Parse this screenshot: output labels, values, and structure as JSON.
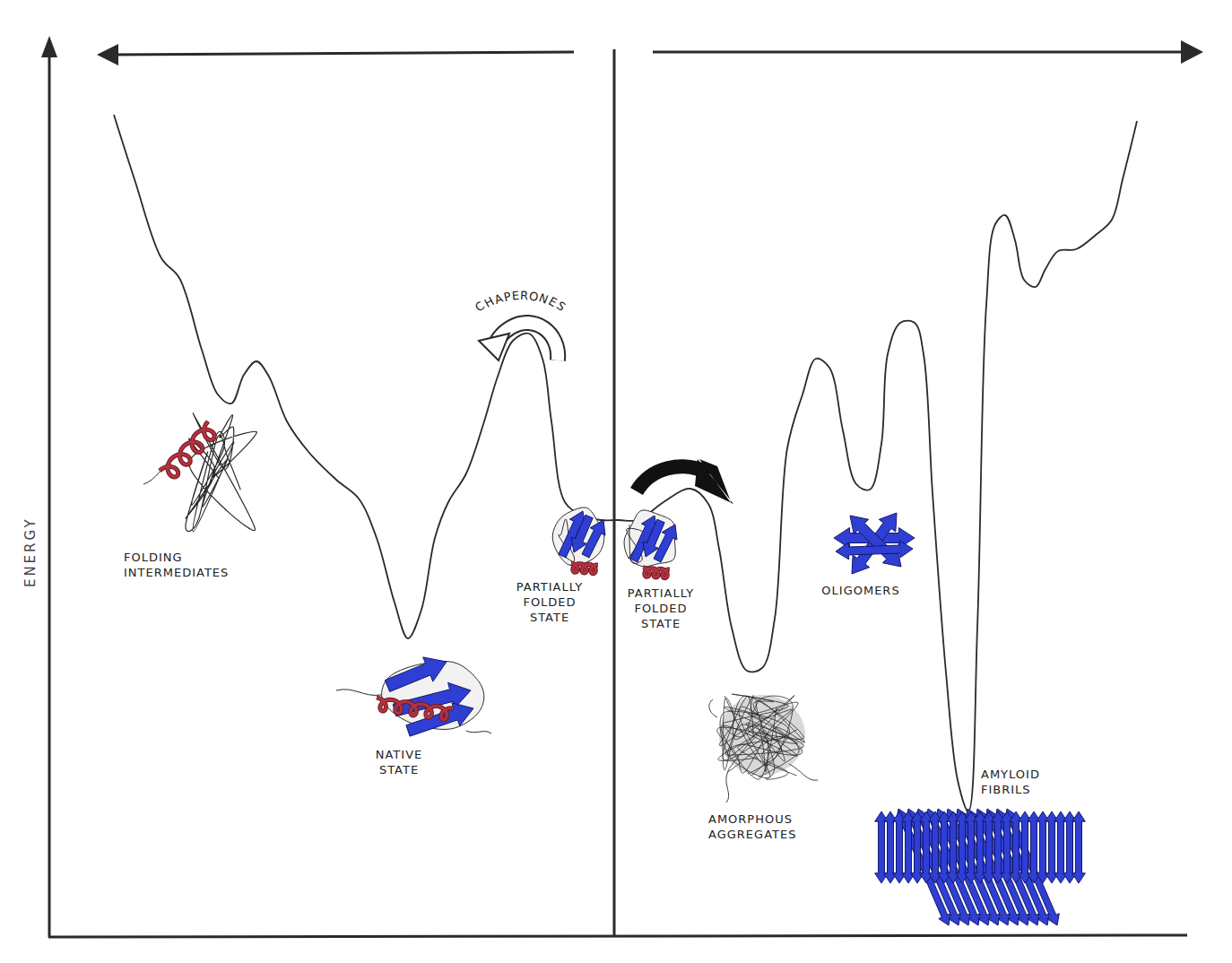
{
  "diagram": {
    "labels": [
      "ENERGY",
      "FOLDING INTERMEDIATES",
      "NATIVE STATE",
      "CHAPERONES",
      "PARTIALLY FOLDED STATE",
      "PARTIALLY FOLDED STATE",
      "OLIGOMERS",
      "AMORPHOUS AGGREGATES",
      "AMYLOID FIBRILS"
    ]
  }
}
